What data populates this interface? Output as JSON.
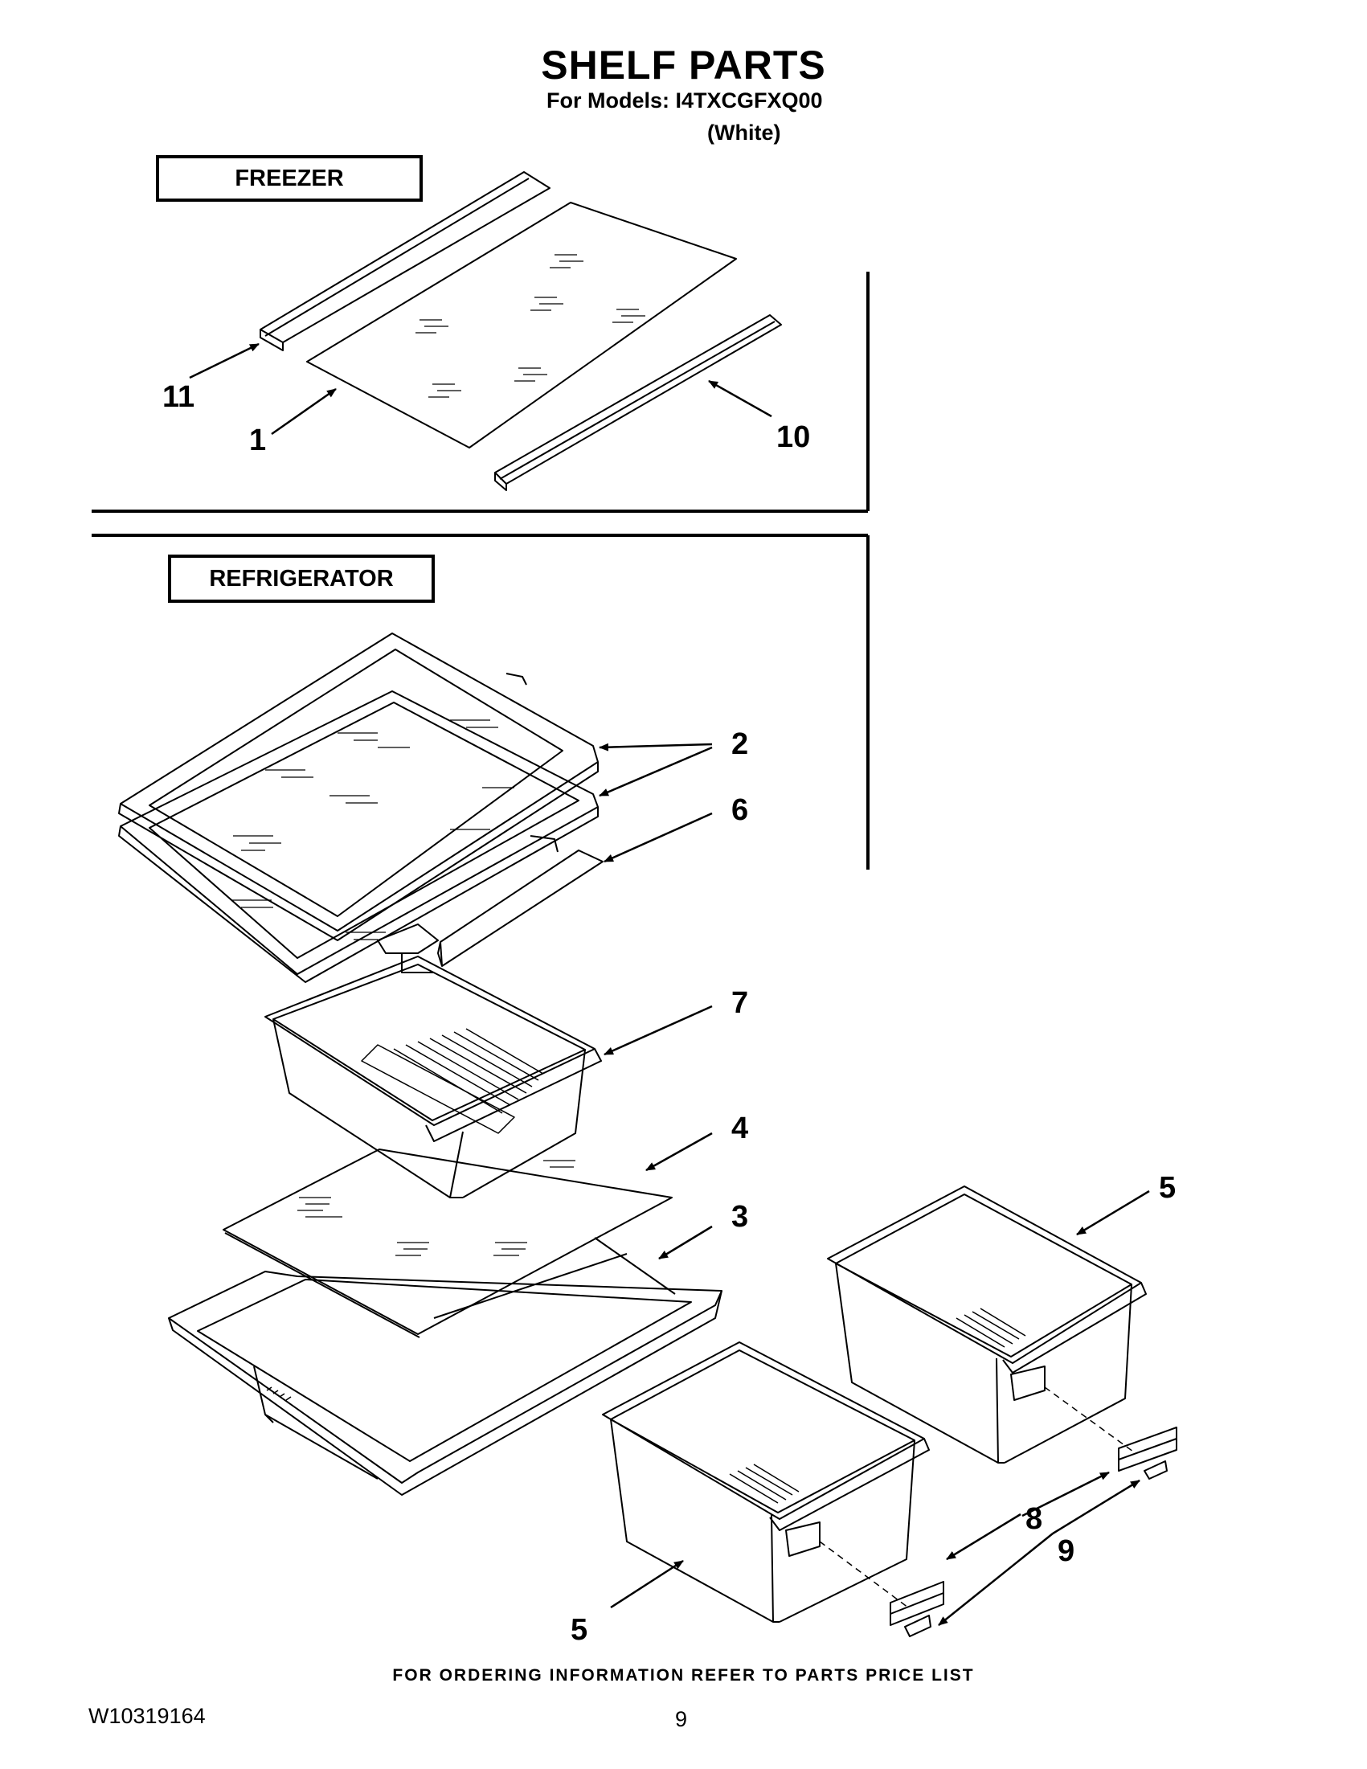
{
  "header": {
    "title": "SHELF PARTS",
    "models_line": "For Models: I4TXCGFXQ00",
    "variant": "(White)"
  },
  "sections": {
    "freezer": "FREEZER",
    "refrigerator": "REFRIGERATOR"
  },
  "callouts": [
    "1",
    "2",
    "3",
    "4",
    "5",
    "5",
    "6",
    "7",
    "8",
    "9",
    "10",
    "11"
  ],
  "footer": {
    "note": "FOR ORDERING INFORMATION REFER TO PARTS PRICE LIST",
    "doc_number": "W10319164",
    "page": "9"
  }
}
